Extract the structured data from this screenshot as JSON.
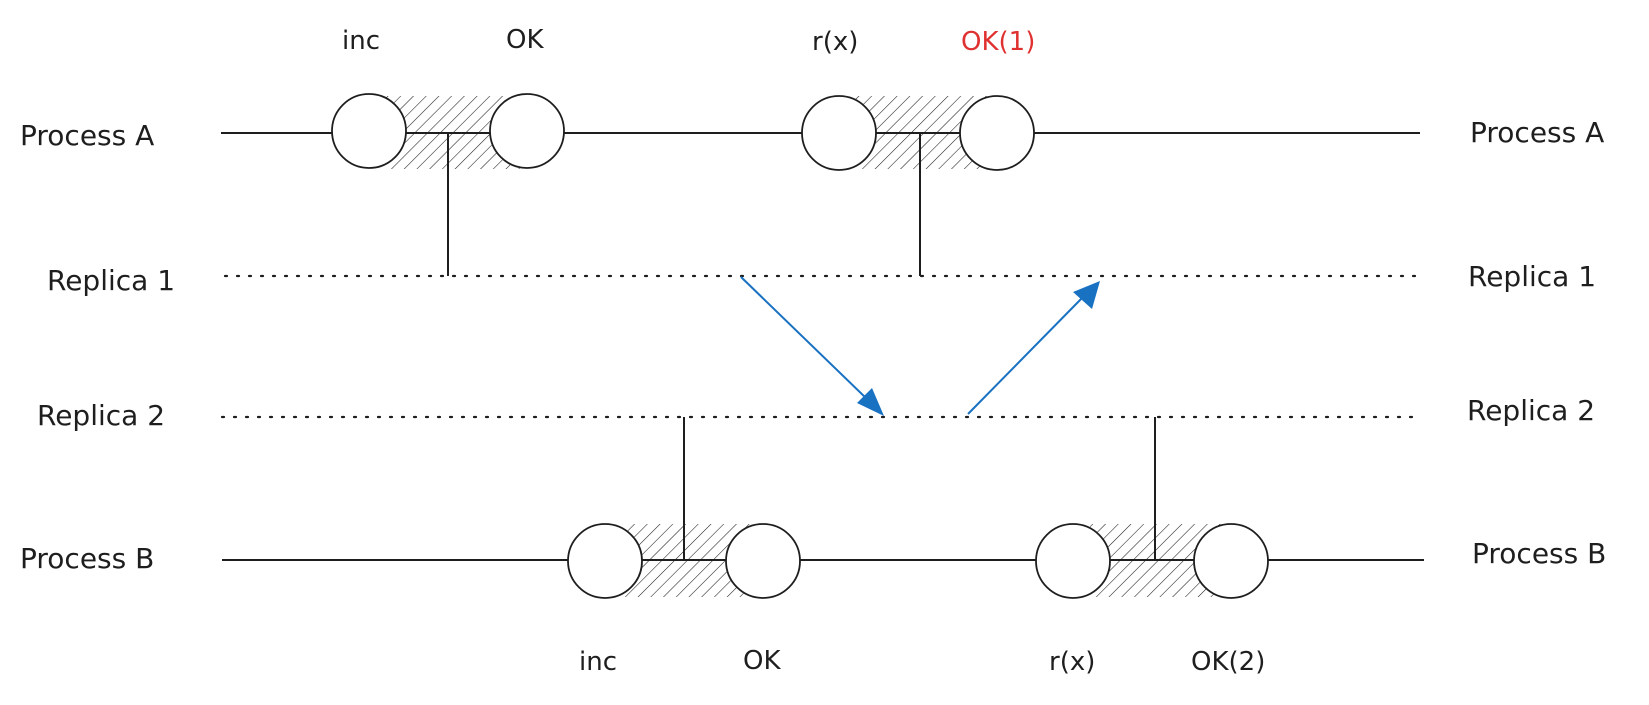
{
  "lanes": {
    "process_a": "Process A",
    "replica_1": "Replica 1",
    "replica_2": "Replica 2",
    "process_b": "Process B"
  },
  "ops_a": {
    "op1_call": "inc",
    "op1_return": "OK",
    "op2_call": "r(x)",
    "op2_return": "OK(1)"
  },
  "ops_b": {
    "op1_call": "inc",
    "op1_return": "OK",
    "op2_call": "r(x)",
    "op2_return": "OK(2)"
  },
  "colors": {
    "line": "#1e1e1e",
    "highlight_return": "#e03131",
    "replication_arrow": "#1971c2"
  }
}
